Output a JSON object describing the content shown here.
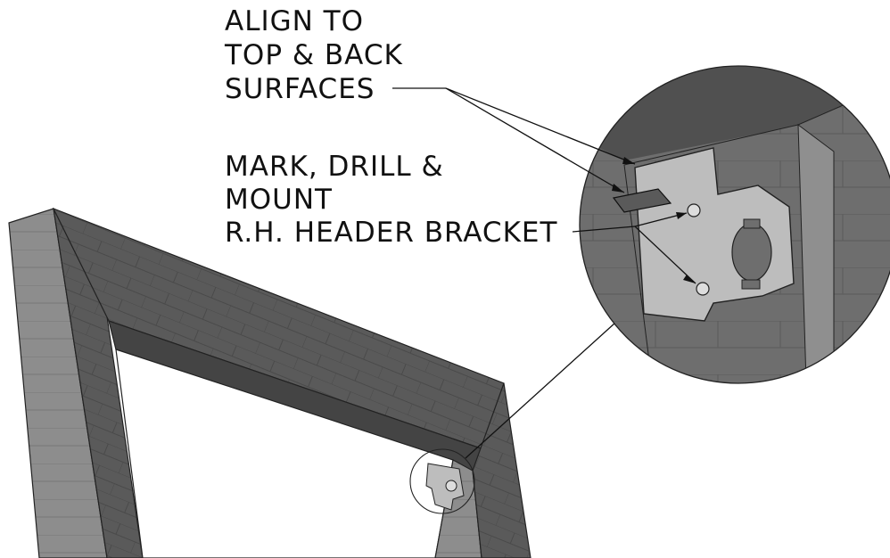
{
  "callouts": {
    "align": {
      "lines": [
        "ALIGN TO",
        "TOP & BACK",
        "SURFACES"
      ]
    },
    "mount": {
      "lines": [
        "MARK, DRILL &",
        "MOUNT",
        "R.H. HEADER BRACKET"
      ]
    }
  },
  "colors": {
    "wall_face": "#5c5c5c",
    "wall_edge": "#8a8a8a",
    "wall_dark": "#3e3e3e",
    "bracket": "#b9b9b9",
    "ink": "#111111"
  }
}
